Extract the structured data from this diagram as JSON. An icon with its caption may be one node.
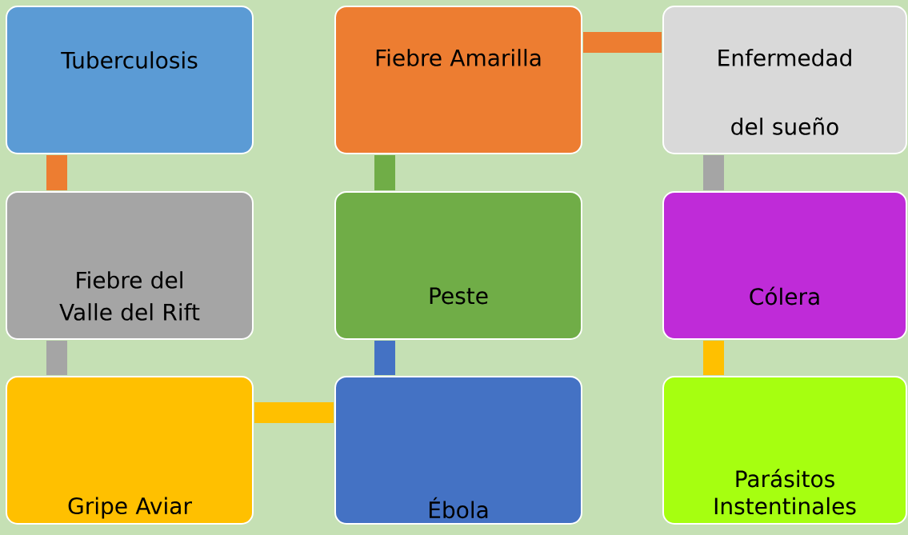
{
  "diagram": {
    "nodes": [
      {
        "text": [
          "Tuberculosis"
        ]
      },
      {
        "text": [
          "Fiebre Amarilla"
        ]
      },
      {
        "text": [
          "Enfermedad del sueño"
        ]
      },
      {
        "text": [
          "Fiebre del Valle del Rift"
        ]
      },
      {
        "text": [
          "Peste"
        ]
      },
      {
        "text": [
          "Cólera"
        ]
      },
      {
        "text": [
          "Gripe Aviar"
        ]
      },
      {
        "text": [
          "Ébola"
        ]
      },
      {
        "text": [
          "Parásitos Instentinales"
        ]
      }
    ],
    "edges": [
      {
        "from": 0,
        "to": 3,
        "arrow": "none",
        "color": "#ed7d31"
      },
      {
        "from": 3,
        "to": 6,
        "arrow": "none",
        "color": "#a5a5a5"
      },
      {
        "from": 6,
        "to": 7,
        "arrow": "none",
        "color": "#ffc000"
      },
      {
        "from": 7,
        "to": 4,
        "arrow": "none",
        "color": "#4472c4"
      },
      {
        "from": 4,
        "to": 1,
        "arrow": "none",
        "color": "#70ad47"
      },
      {
        "from": 1,
        "to": 2,
        "arrow": "none",
        "color": "#ed7d31"
      },
      {
        "from": 2,
        "to": 5,
        "arrow": "none",
        "color": "#a5a5a5"
      },
      {
        "from": 5,
        "to": 8,
        "arrow": "none",
        "color": "#ffc000"
      }
    ]
  }
}
